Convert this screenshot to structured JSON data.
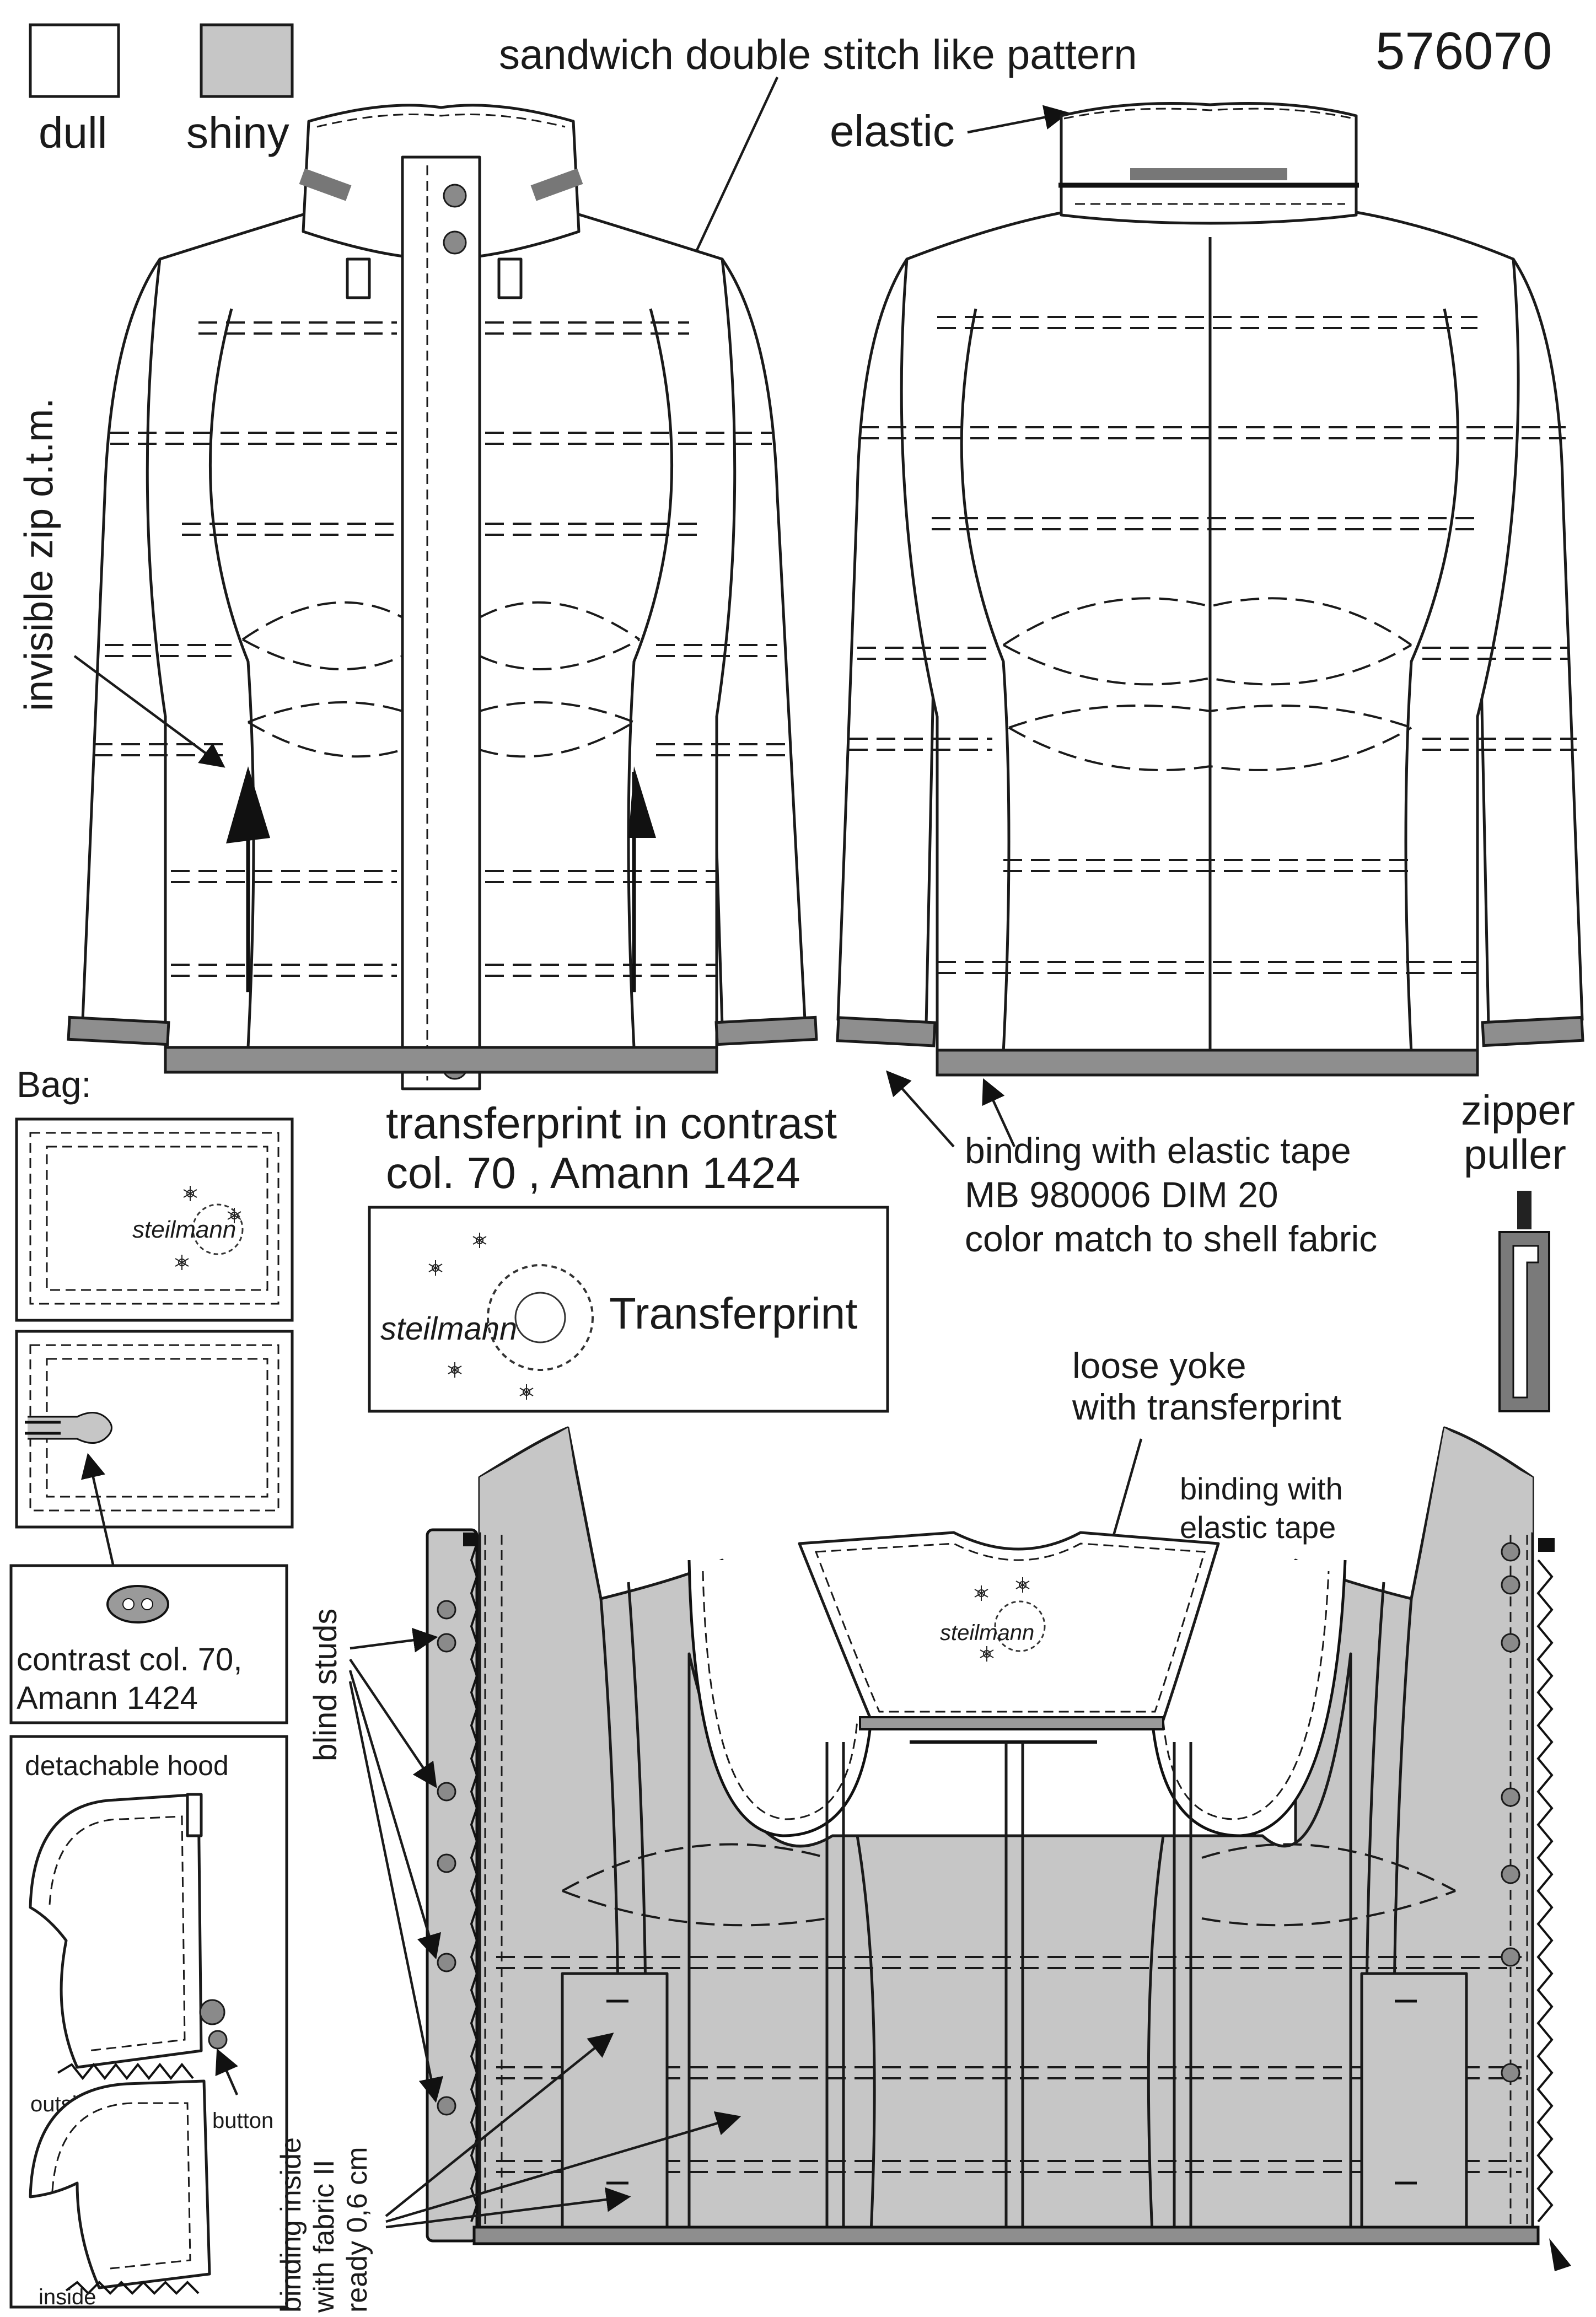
{
  "style_number": "576070",
  "legend": {
    "dull_label": "dull",
    "shiny_label": "shiny",
    "dull_color": "#ffffff",
    "shiny_color": "#c6c6c6"
  },
  "callouts": {
    "stitch": "sandwich double stitch like pattern",
    "elastic": "elastic",
    "invisible_zip": "invisible zip d.t.m.",
    "binding_line1": "binding with elastic tape",
    "binding_line2": "MB 980006  DIM 20",
    "binding_line3": "color match to shell fabric",
    "zipper_line1": "zipper",
    "zipper_line2": "puller",
    "transfer_line1": "transferprint in contrast",
    "transfer_line2": "col. 70 , Amann 1424",
    "transfer_box_label": "Transferprint",
    "yoke_line1": "loose yoke",
    "yoke_line2": "with transferprint",
    "yoke_binding_line1": "binding with",
    "yoke_binding_line2": "elastic tape",
    "blind_studs": "blind studs",
    "inside_binding_line1": "binding inside",
    "inside_binding_line2": "with fabric II",
    "inside_binding_line3": "ready 0,6 cm"
  },
  "bag": {
    "title": "Bag:",
    "button_line1": "contrast col. 70,",
    "button_line2": "Amann 1424"
  },
  "hood": {
    "title": "detachable hood",
    "outside": "outside",
    "button": "button",
    "inside": "inside"
  },
  "brand": {
    "logo_text": "steilmann"
  }
}
